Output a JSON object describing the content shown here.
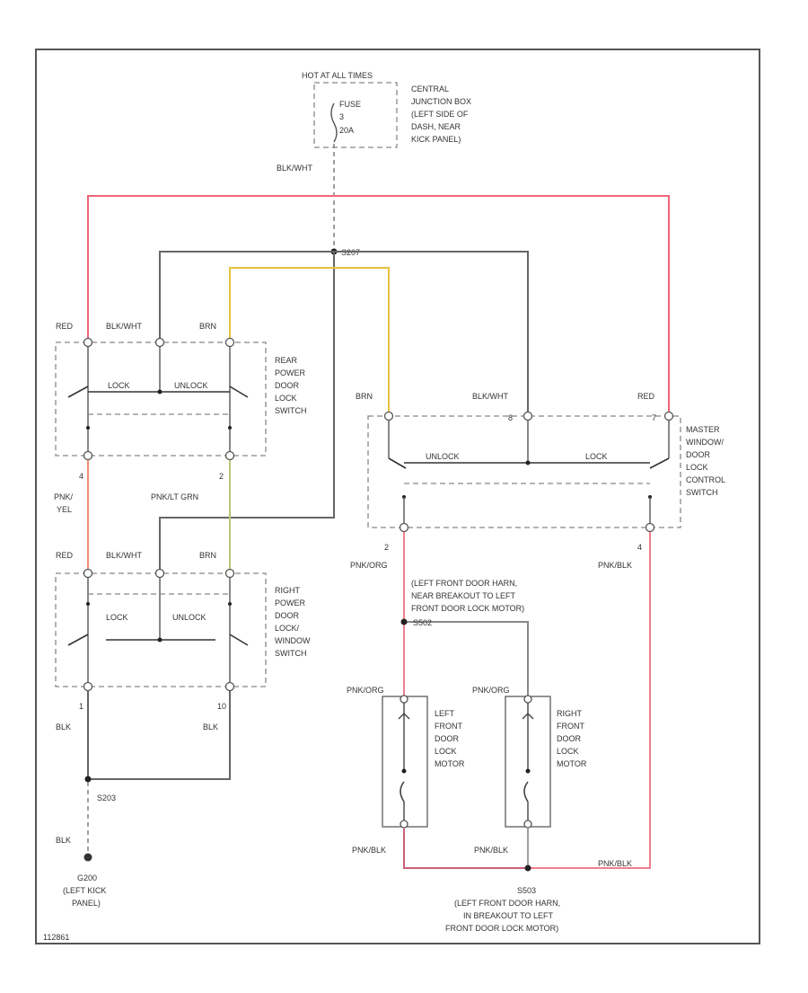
{
  "colors": {
    "red": "#ee6677",
    "gray": "#666666",
    "yellow": "#e8c040",
    "green": "#b9c77a",
    "pink": "#ef7f8f",
    "frame": "#555555"
  },
  "top": {
    "hot_label": "HOT AT ALL TIMES",
    "fuse_label": "FUSE",
    "fuse_number": "3",
    "fuse_rating": "20A",
    "jb_lines": [
      "CENTRAL",
      "JUNCTION BOX",
      "(LEFT SIDE OF",
      "DASH, NEAR",
      "KICK PANEL)"
    ]
  },
  "wires": {
    "blk_wht_main": "BLK/WHT",
    "splice_top": "S207",
    "red": "RED",
    "blk_wht": "BLK/WHT",
    "brn": "BRN",
    "pnk_yel": "PNK/\nYEL",
    "pnk_lt_grn": "PNK/LT GRN",
    "blk": "BLK",
    "pnk_org": "PNK/ORG",
    "pnk_blk": "PNK/BLK"
  },
  "rear_switch": {
    "name_lines": [
      "REAR",
      "POWER",
      "DOOR",
      "LOCK",
      "SWITCH"
    ],
    "lock": "LOCK",
    "unlock": "UNLOCK",
    "pin_left": "4",
    "pin_right": "2"
  },
  "right_switch": {
    "name_lines": [
      "RIGHT",
      "POWER",
      "DOOR",
      "LOCK/",
      "WINDOW",
      "SWITCH"
    ],
    "lock": "LOCK",
    "unlock": "UNLOCK",
    "pin_left": "1",
    "pin_right": "10"
  },
  "master_switch": {
    "name_lines": [
      "MASTER",
      "WINDOW/",
      "DOOR",
      "LOCK",
      "CONTROL",
      "SWITCH"
    ],
    "unlock": "UNLOCK",
    "lock": "LOCK",
    "pin_top_mid": "8",
    "pin_top_right": "7",
    "pin_bot_left": "2",
    "pin_bot_right": "4"
  },
  "harness_note_top": [
    "(LEFT FRONT DOOR HARN,",
    "NEAR BREAKOUT TO LEFT",
    "FRONT DOOR LOCK MOTOR)"
  ],
  "splice_mid": "S502",
  "left_motor": {
    "name_lines": [
      "LEFT",
      "FRONT",
      "DOOR",
      "LOCK",
      "MOTOR"
    ]
  },
  "right_motor": {
    "name_lines": [
      "RIGHT",
      "FRONT",
      "DOOR",
      "LOCK",
      "MOTOR"
    ]
  },
  "splice_bottom": "S503",
  "harness_note_bottom": [
    "(LEFT FRONT DOOR HARN,",
    "IN BREAKOUT TO LEFT",
    "FRONT DOOR LOCK MOTOR)"
  ],
  "ground_splice": "S203",
  "ground": {
    "name": "G200",
    "lines": [
      "(LEFT KICK",
      "PANEL)"
    ]
  },
  "footer_code": "112861"
}
